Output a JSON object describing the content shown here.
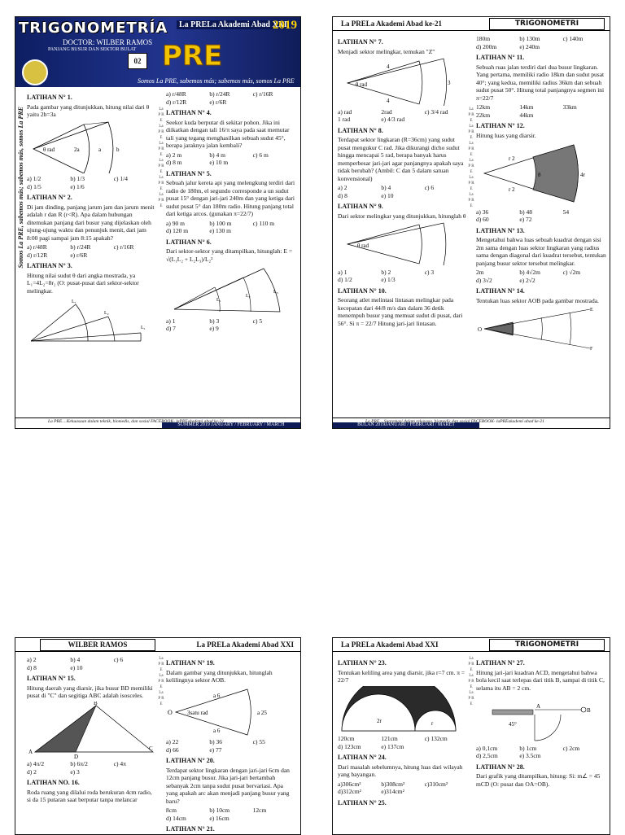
{
  "p1": {
    "banner": {
      "title": "TRIGONOMETRÍA",
      "doctor": "DOCTOR: WILBER RAMOS",
      "subtitle": "PANJANG BUSUR DAN SEKTOR BULAT",
      "akademi": "La PRELa Akademi Abad XXI",
      "year": "2019",
      "pre": "PRE",
      "tema": "02",
      "slogan": "Somos La PRE, sabemos más; sabemos más, somos La PRE"
    },
    "q1": {
      "label": "LATIHAN N° 1.",
      "text": "Pada gambar yang ditunjukkan, hitung nilai dari θ yaitu 2b=3a",
      "opts": [
        "a) 1/2",
        "b) 1/3",
        "c) 1/4",
        "d) 1/5",
        "e) 1/6"
      ]
    },
    "q2": {
      "label": "LATIHAN N° 2.",
      "text": "Di jam dinding, panjang jarum jam dan jarum menit adalah r dan R (r<R). Apa dalam hubungan ditemukan panjang dari busur yang dijelaskan oleh ujung-ujung waktu dan penunjuk menit, dari jam 8:00 pagi sampai jam 8:15 apakah?",
      "opts": [
        "a) r/48R",
        "b) r/24R",
        "c) r/16R",
        "d) r/12R",
        "e) r/6R"
      ]
    },
    "q3": {
      "label": "LATIHAN N° 3.",
      "text": "Hitung nilai sudut θ dari angka mostrada, ya L₁=4L₂=8r₂ (O: pusat-pusat dari sektor-sektor melingkar."
    },
    "qtop": {
      "opts": [
        "a) r/48R",
        "b) r/24R",
        "c) r/16R",
        "d) r/12R",
        "e) r/6R"
      ]
    },
    "q4": {
      "label": "LATIHAN N° 4.",
      "text": "Seekor kuda berputar di sekitar pohon. Jika ini diikatkan dengan tali 16/π saya pada saat memutar tali yang tegang menghasilkan sebuah sudut 45°, berapa jaraknya jalan kembali?",
      "opts": [
        "a) 2 m",
        "b) 4 m",
        "c) 6 m",
        "d) 8 m",
        "e) 10 m"
      ]
    },
    "q5": {
      "label": "LATIHAN N° 5.",
      "text": "Sebuah jalur kereta api yang melengkung terdiri dari radio de 180m, el segundo corresponde a un sudut pusat 15° dengan jari-jari 240m dan yang ketiga dari sudut pusat 5° dan 180m radio. Hitung panjang total dari ketiga arcos. (gunakan π=22/7)",
      "opts": [
        "a) 90 m",
        "b) 100 m",
        "c) 110 m",
        "d) 120 m",
        "e) 130 m"
      ]
    },
    "q6": {
      "label": "LATIHAN N° 6.",
      "text": "Dari sektor-sektor yang ditampilkan, hitunglah: E = √(L₁L₂ + L₂L₃)/L₂²",
      "opts": [
        "a) 1",
        "b) 3",
        "c) 5",
        "d) 7",
        "e) 9"
      ]
    },
    "footer": "La PRE....Kekuasaan dalam teknik, biomedis, dan sosial FACEBOOK- laPREakademi abad ke-21",
    "footer_bar": "SUMMER 2019 JANUARY / FEBRUARY / MARCH",
    "side": "Somos La PRE, sabemos más; sabemos más, somos La PRE"
  },
  "p2": {
    "header_left": "La PRELa Akademi Abad ke-21",
    "header_right": "TRIGONOMETRI",
    "q7": {
      "label": "LATIHAN N° 7.",
      "text": "Menjadi sektor melingkar, temukan \"Z\"",
      "opts": [
        "a) rad",
        "2rad",
        "c) 3/4 rad",
        "1 rad",
        "e) 4/3 rad"
      ]
    },
    "q7top": {
      "opts": [
        "180m",
        "b) 130m",
        "c) 140m",
        "d) 200m",
        "e) 240m"
      ]
    },
    "q11": {
      "label": "LATIHAN N° 11.",
      "text": "Sebuah ruas jalan terdiri dari dua busur lingkaran. Yang pertama, memiliki radio 18km dan sudut pusat 40°; yang kedua, memiliki radius 36km dan sebuah sudut pusat 50°. Hitung total panjangnya segmen ini π=22/7",
      "opts": [
        "12km",
        "14km",
        "33km",
        "22km",
        "44km"
      ]
    },
    "q8": {
      "label": "LATIHAN N° 8.",
      "text": "Terdapat sektor lingkaran (R=36cm) yang sudut pusat mengukur C rad. Jika dikurangi dicho sudut hingga mencapai 5 rad, berapa banyak harus memperbesar jari-jari agar panjangnya apakah saya tidak berubah? (Ambil: C dan 5 dalam satuan konvensional)",
      "opts": [
        "a) 2",
        "b) 4",
        "c) 6",
        "d) 8",
        "e) 10"
      ]
    },
    "q12": {
      "label": "LATIHAN N° 12.",
      "text": "Hitung luas yang diarsir.",
      "opts": [
        "a) 36",
        "b) 48",
        "54",
        "d) 60",
        "e) 72"
      ]
    },
    "q9": {
      "label": "LATIHAN N° 9.",
      "text": "Dari sektor melingkar yang ditunjukkan, hitunglah θ",
      "opts": [
        "a) 1",
        "b) 2",
        "c) 3",
        "d) 1/2",
        "e) 1/3"
      ]
    },
    "q13": {
      "label": "LATIHAN N° 13.",
      "text": "Mengetahui bahwa luas sebuah kuadrat dengan sisi 2m sama dengan luas sektor lingkaran yang radius sama dengan diagonal dari kuadrat tersebut, tentukan panjang busur sektor tersebut melingkar.",
      "opts": [
        "2m",
        "b) 4√2m",
        "c) √2m",
        "d) 3√2",
        "e) 2√2"
      ]
    },
    "q10": {
      "label": "LATIHAN N° 10.",
      "text": "Seorang atlet melintasi lintasan melingkar pada kecepatan dari 44/8 m/s dan dalam 36 detik menempuh busur yang memuat sudut di pusat, dari 56°. Si π = 22/7 Hitung jari-jari lintasan."
    },
    "q14": {
      "label": "LATIHAN N° 14.",
      "text": "Tentukan luas sektor AOB pada gambar mostrada."
    },
    "footer": "La PRE....Supremasi dalam rekayasa, biomedis dan sosial FACEBOOK- laPREakademi abad ke-21",
    "footer_bar": "BULAN 2019JANUARI / FEBRUARI / MARET"
  },
  "p3": {
    "header_left": "WILBER RAMOS",
    "header_right": "La PRELa Akademi Abad XXI",
    "qtop": {
      "opts": [
        "a) 2",
        "b) 4",
        "c) 6",
        "d) 8",
        "e) 10"
      ]
    },
    "q15": {
      "label": "LATIHAN N° 15.",
      "text": "Hitung daerah yang diarsir, jika busur BD memiliki pusat di \"C\" dan segitiga ABC adalah isosceles.",
      "opts": [
        "a) 4π/2",
        "b) 6π/2",
        "c) 4π",
        "d) 2",
        "e) 3"
      ]
    },
    "q16": {
      "label": "LATIHAN NO. 16.",
      "text": "Roda ruang yang dilalui roda berukuran 4cm radio, si da 15 putaran saat berputar tanpa melancar"
    },
    "q19": {
      "label": "LATIHAN N° 19.",
      "text": "Dalam gambar yang ditunjukkan, hitunglah kelilingnya sektor AOB.",
      "opts": [
        "a) 22",
        "b) 36",
        "c) 55",
        "d) 66",
        "e) 77"
      ]
    },
    "q20": {
      "label": "LATIHAN N° 20.",
      "text": "Terdapat sektor lingkaran dengan jari-jari 6cm dan 12cm panjang busur. Jika jari-jari bertambah sebanyak 2cm tanpa sudut pusat bervariasi. Apa yang apakah arc akan menjadi panjang busur yang baru?",
      "opts": [
        "8cm",
        "b) 10cm",
        "12cm",
        "d) 14cm",
        "e) 16cm"
      ]
    },
    "q21": {
      "label": "LATIHAN N° 21."
    }
  },
  "p4": {
    "header_left": "La PRELa Akademi Abad XXI",
    "header_right": "TRIGONOMETRI",
    "q23": {
      "label": "LATIHAN N° 23.",
      "text": "Tentukan keliling area yang diarsir, jika r=7 cm. π = 22/7",
      "opts": [
        "120cm",
        "121cm",
        "c) 132cm",
        "d) 123cm",
        "e) 137cm"
      ]
    },
    "q24": {
      "label": "LATIHAN N° 24.",
      "text": "Dari masalah sebelumnya, hitung luas dari wilayah yang bayangan.",
      "opts": [
        "a)306cm²",
        "b)308cm²",
        "c)310cm²",
        "d)312cm²",
        "e)314cm²"
      ]
    },
    "q25": {
      "label": "LATIHAN N° 25."
    },
    "q27": {
      "label": "LATIHAN N° 27.",
      "text": "Hitung jari-jari kuadran ACD, mengetahui bahwa bola kecil saat terlepas dari titik B, sampai di titik C, selama itu AB = 2 cm.",
      "opts": [
        "a) 0,1cm",
        "b) 1cm",
        "c) 2cm",
        "d) 2,5cm",
        "e) 3.5cm"
      ]
    },
    "q28": {
      "label": "LATIHAN N° 28.",
      "text": "Dari grafik yang ditampilkan, hitung: Si: m∠ = 45 mCD (O: pusat dan OA=OB)."
    }
  }
}
